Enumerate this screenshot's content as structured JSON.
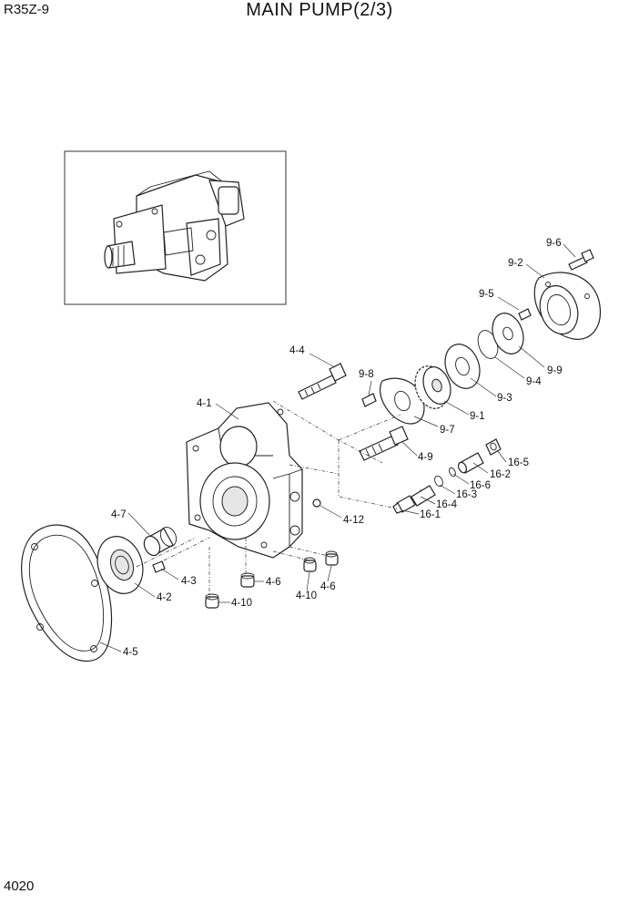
{
  "header": {
    "model": "R35Z-9",
    "title": "MAIN PUMP(2/3)"
  },
  "footer": {
    "page_number": "4020"
  },
  "callouts": {
    "p4_1": "4-1",
    "p4_2": "4-2",
    "p4_3": "4-3",
    "p4_4": "4-4",
    "p4_5": "4-5",
    "p4_6a": "4-6",
    "p4_6b": "4-6",
    "p4_7": "4-7",
    "p4_9": "4-9",
    "p4_10a": "4-10",
    "p4_10b": "4-10",
    "p4_12": "4-12",
    "p9_1": "9-1",
    "p9_2": "9-2",
    "p9_3": "9-3",
    "p9_4": "9-4",
    "p9_5": "9-5",
    "p9_6": "9-6",
    "p9_7": "9-7",
    "p9_8": "9-8",
    "p9_9": "9-9",
    "p16_1": "16-1",
    "p16_2": "16-2",
    "p16_3": "16-3",
    "p16_4": "16-4",
    "p16_5": "16-5",
    "p16_6": "16-6"
  }
}
